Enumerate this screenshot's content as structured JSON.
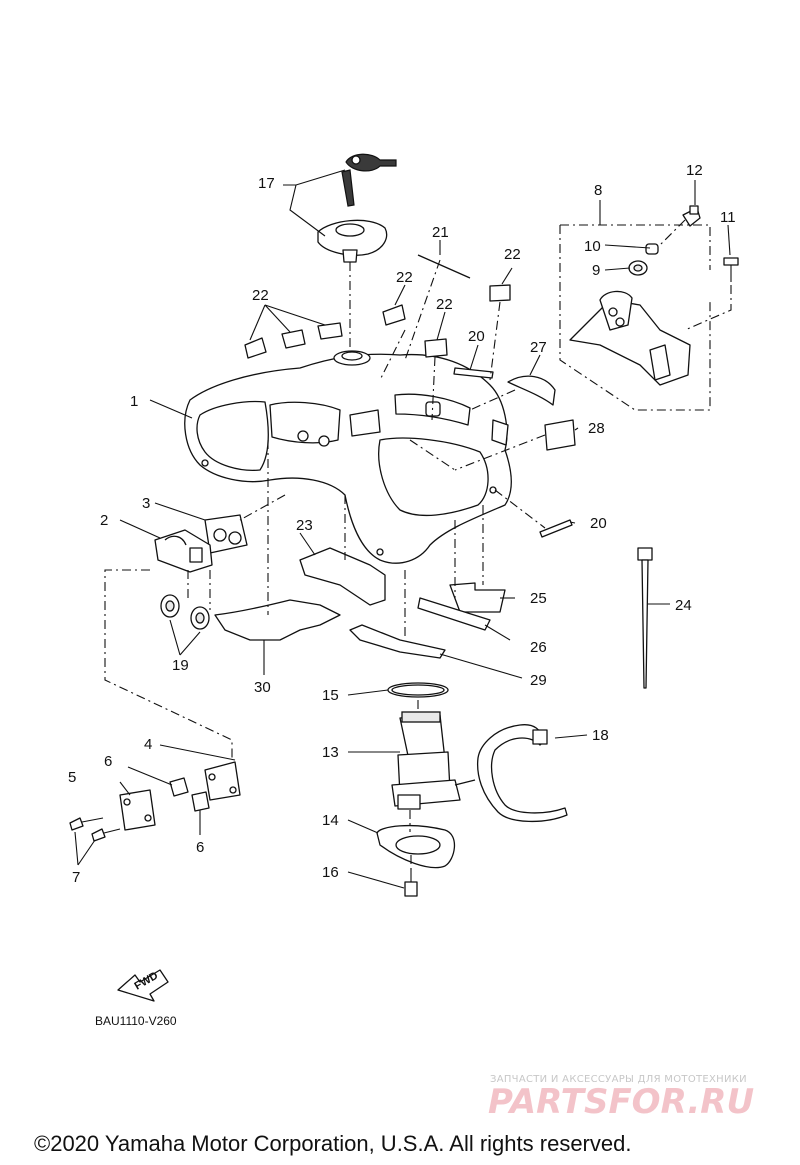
{
  "callouts": {
    "c1": "1",
    "c2": "2",
    "c3": "3",
    "c4": "4",
    "c5": "5",
    "c6a": "6",
    "c6b": "6",
    "c7": "7",
    "c8": "8",
    "c9": "9",
    "c10": "10",
    "c11": "11",
    "c12": "12",
    "c13": "13",
    "c14": "14",
    "c15": "15",
    "c16": "16",
    "c17": "17",
    "c18": "18",
    "c19": "19",
    "c20a": "20",
    "c20b": "20",
    "c21": "21",
    "c22a": "22",
    "c22b": "22",
    "c22c": "22",
    "c22d": "22",
    "c23": "23",
    "c24": "24",
    "c25": "25",
    "c26": "26",
    "c27": "27",
    "c28": "28",
    "c29": "29",
    "c30": "30"
  },
  "fwd_label": "FWD",
  "diagram_ref": "BAU1110-V260",
  "watermark": {
    "tagline": "ЗАПЧАСТИ И АКСЕССУАРЫ ДЛЯ МОТОТЕХНИКИ",
    "brand": "PARTSFOR.RU"
  },
  "copyright": "©2020 Yamaha Motor Corporation, U.S.A. All rights reserved.",
  "colors": {
    "line": "#111111",
    "watermark_brand": "#f3c3c9",
    "watermark_tagline": "#c7c7c7"
  }
}
